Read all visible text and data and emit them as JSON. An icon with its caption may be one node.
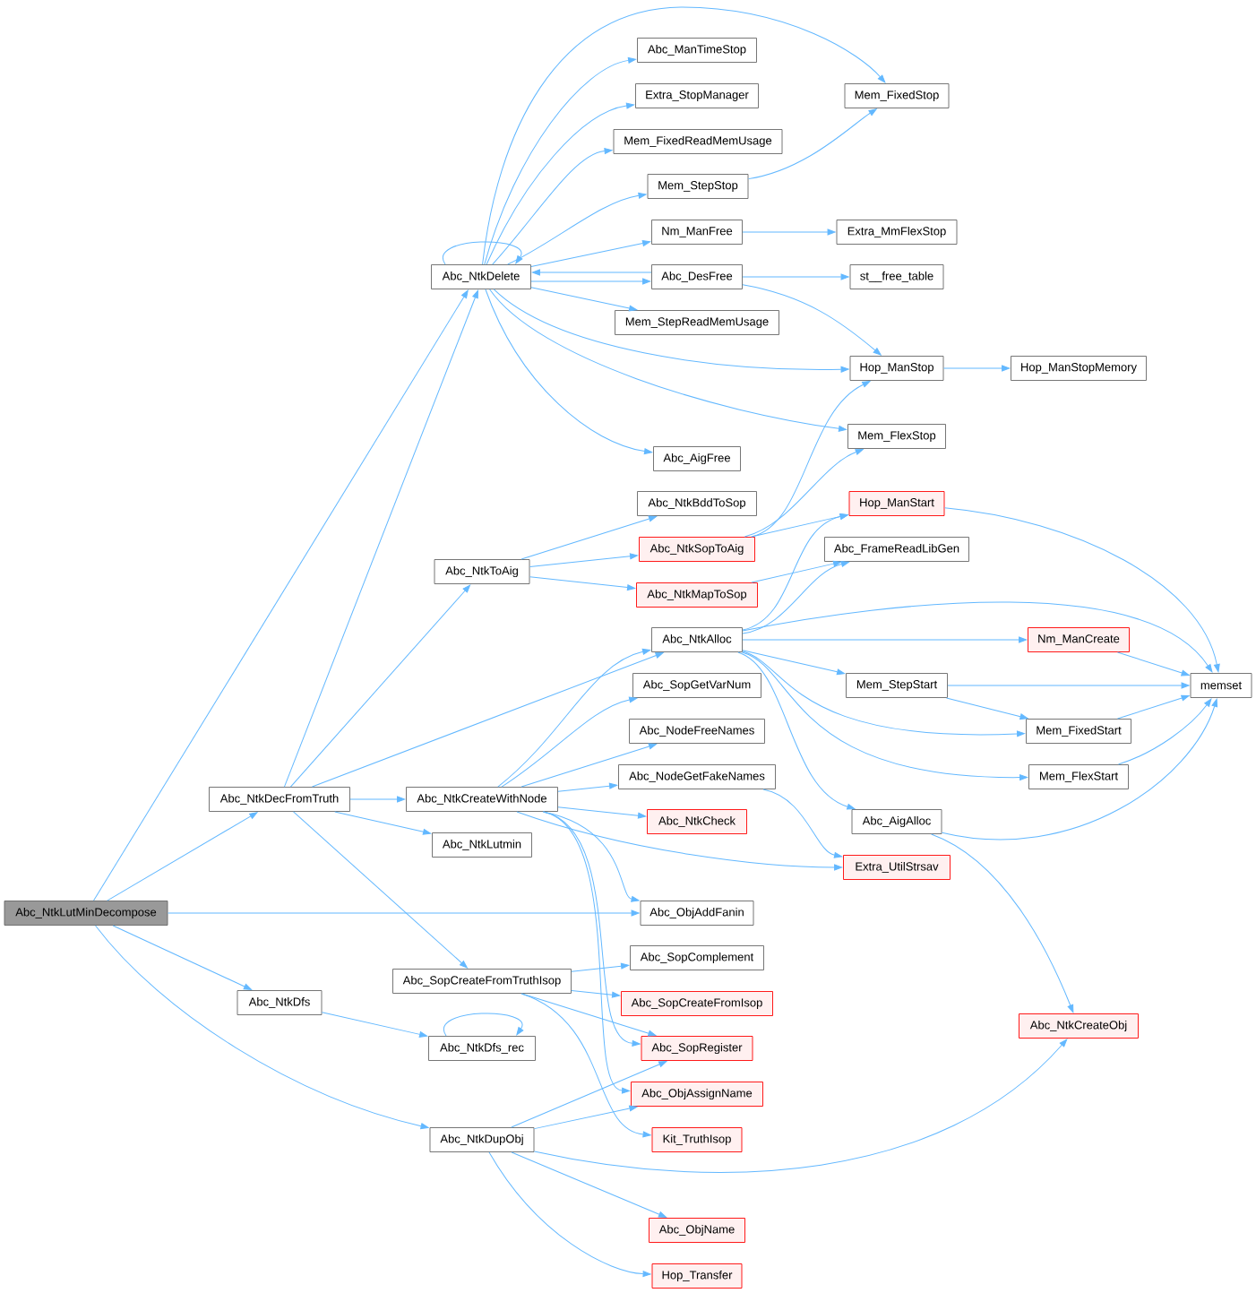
{
  "diagram": {
    "nodes": [
      {
        "text": [
          "Abc_NtkLutMinDecompose"
        ]
      },
      {
        "text": [
          "Abc_NtkDecFromTruth"
        ]
      },
      {
        "text": [
          "Abc_NtkDfs"
        ]
      },
      {
        "text": [
          "Abc_NtkDelete"
        ]
      },
      {
        "text": [
          "Abc_NtkToAig"
        ]
      },
      {
        "text": [
          "Abc_NtkCreateWithNode"
        ]
      },
      {
        "text": [
          "Abc_NtkLutmin"
        ]
      },
      {
        "text": [
          "Abc_SopCreateFromTruthIsop"
        ]
      },
      {
        "text": [
          "Abc_NtkDfs_rec"
        ]
      },
      {
        "text": [
          "Abc_NtkDupObj"
        ]
      },
      {
        "text": [
          "Abc_ManTimeStop"
        ]
      },
      {
        "text": [
          "Extra_StopManager"
        ]
      },
      {
        "text": [
          "Mem_FixedReadMemUsage"
        ]
      },
      {
        "text": [
          "Mem_StepStop"
        ]
      },
      {
        "text": [
          "Nm_ManFree"
        ]
      },
      {
        "text": [
          "Abc_DesFree"
        ]
      },
      {
        "text": [
          "Mem_StepReadMemUsage"
        ]
      },
      {
        "text": [
          "Abc_AigFree"
        ]
      },
      {
        "text": [
          "Abc_NtkBddToSop"
        ]
      },
      {
        "text": [
          "Abc_NtkSopToAig"
        ]
      },
      {
        "text": [
          "Abc_NtkMapToSop"
        ]
      },
      {
        "text": [
          "Abc_NtkAlloc"
        ]
      },
      {
        "text": [
          "Abc_SopGetVarNum"
        ]
      },
      {
        "text": [
          "Abc_NodeFreeNames"
        ]
      },
      {
        "text": [
          "Abc_NodeGetFakeNames"
        ]
      },
      {
        "text": [
          "Abc_NtkCheck"
        ]
      },
      {
        "text": [
          "Abc_ObjAddFanin"
        ]
      },
      {
        "text": [
          "Abc_SopComplement"
        ]
      },
      {
        "text": [
          "Abc_SopCreateFromIsop"
        ]
      },
      {
        "text": [
          "Abc_SopRegister"
        ]
      },
      {
        "text": [
          "Abc_ObjAssignName"
        ]
      },
      {
        "text": [
          "Kit_TruthIsop"
        ]
      },
      {
        "text": [
          "Abc_ObjName"
        ]
      },
      {
        "text": [
          "Hop_Transfer"
        ]
      },
      {
        "text": [
          "Mem_FixedStop"
        ]
      },
      {
        "text": [
          "Extra_MmFlexStop"
        ]
      },
      {
        "text": [
          "st__free_table"
        ]
      },
      {
        "text": [
          "Hop_ManStop"
        ]
      },
      {
        "text": [
          "Mem_FlexStop"
        ]
      },
      {
        "text": [
          "Hop_ManStart"
        ]
      },
      {
        "text": [
          "Abc_FrameReadLibGen"
        ]
      },
      {
        "text": [
          "Mem_StepStart"
        ]
      },
      {
        "text": [
          "Abc_AigAlloc"
        ]
      },
      {
        "text": [
          "Extra_UtilStrsav"
        ]
      },
      {
        "text": [
          "Hop_ManStopMemory"
        ]
      },
      {
        "text": [
          "Nm_ManCreate"
        ]
      },
      {
        "text": [
          "Mem_FixedStart"
        ]
      },
      {
        "text": [
          "Mem_FlexStart"
        ]
      },
      {
        "text": [
          "Abc_NtkCreateObj"
        ]
      },
      {
        "text": [
          "memset"
        ]
      }
    ],
    "edges": [
      {
        "from": 0,
        "to": 3,
        "arrow": "to"
      },
      {
        "from": 0,
        "to": 1,
        "arrow": "to"
      },
      {
        "from": 0,
        "to": 26,
        "arrow": "to"
      },
      {
        "from": 0,
        "to": 2,
        "arrow": "to"
      },
      {
        "from": 0,
        "to": 9,
        "arrow": "to"
      },
      {
        "from": 1,
        "to": 3,
        "arrow": "to"
      },
      {
        "from": 1,
        "to": 4,
        "arrow": "to"
      },
      {
        "from": 1,
        "to": 21,
        "arrow": "to"
      },
      {
        "from": 1,
        "to": 5,
        "arrow": "to"
      },
      {
        "from": 1,
        "to": 6,
        "arrow": "to"
      },
      {
        "from": 1,
        "to": 7,
        "arrow": "to"
      },
      {
        "from": 2,
        "to": 8,
        "arrow": "to"
      },
      {
        "from": 3,
        "to": 3,
        "arrow": "to"
      },
      {
        "from": 3,
        "to": 34,
        "arrow": "to"
      },
      {
        "from": 3,
        "to": 10,
        "arrow": "to"
      },
      {
        "from": 3,
        "to": 11,
        "arrow": "to"
      },
      {
        "from": 3,
        "to": 12,
        "arrow": "to"
      },
      {
        "from": 3,
        "to": 13,
        "arrow": "to"
      },
      {
        "from": 3,
        "to": 14,
        "arrow": "to"
      },
      {
        "from": 3,
        "to": 15,
        "arrow": "to"
      },
      {
        "from": 3,
        "to": 16,
        "arrow": "to"
      },
      {
        "from": 3,
        "to": 37,
        "arrow": "to"
      },
      {
        "from": 3,
        "to": 38,
        "arrow": "to"
      },
      {
        "from": 3,
        "to": 17,
        "arrow": "to"
      },
      {
        "from": 4,
        "to": 18,
        "arrow": "to"
      },
      {
        "from": 4,
        "to": 19,
        "arrow": "to"
      },
      {
        "from": 4,
        "to": 20,
        "arrow": "to"
      },
      {
        "from": 5,
        "to": 21,
        "arrow": "to"
      },
      {
        "from": 5,
        "to": 22,
        "arrow": "to"
      },
      {
        "from": 5,
        "to": 23,
        "arrow": "to"
      },
      {
        "from": 5,
        "to": 24,
        "arrow": "to"
      },
      {
        "from": 5,
        "to": 25,
        "arrow": "to"
      },
      {
        "from": 5,
        "to": 43,
        "arrow": "to"
      },
      {
        "from": 5,
        "to": 26,
        "arrow": "to"
      },
      {
        "from": 5,
        "to": 29,
        "arrow": "to"
      },
      {
        "from": 5,
        "to": 30,
        "arrow": "to"
      },
      {
        "from": 7,
        "to": 27,
        "arrow": "to"
      },
      {
        "from": 7,
        "to": 28,
        "arrow": "to"
      },
      {
        "from": 7,
        "to": 29,
        "arrow": "to"
      },
      {
        "from": 7,
        "to": 31,
        "arrow": "to"
      },
      {
        "from": 8,
        "to": 8,
        "arrow": "to"
      },
      {
        "from": 9,
        "to": 29,
        "arrow": "to"
      },
      {
        "from": 9,
        "to": 30,
        "arrow": "to"
      },
      {
        "from": 9,
        "to": 48,
        "arrow": "to"
      },
      {
        "from": 9,
        "to": 32,
        "arrow": "to"
      },
      {
        "from": 9,
        "to": 33,
        "arrow": "to"
      },
      {
        "from": 13,
        "to": 34,
        "arrow": "to"
      },
      {
        "from": 14,
        "to": 35,
        "arrow": "to"
      },
      {
        "from": 15,
        "to": 3,
        "arrow": "to"
      },
      {
        "from": 15,
        "to": 36,
        "arrow": "to"
      },
      {
        "from": 15,
        "to": 37,
        "arrow": "to"
      },
      {
        "from": 19,
        "to": 37,
        "arrow": "to"
      },
      {
        "from": 19,
        "to": 38,
        "arrow": "to"
      },
      {
        "from": 19,
        "to": 39,
        "arrow": "to"
      },
      {
        "from": 20,
        "to": 40,
        "arrow": "to"
      },
      {
        "from": 21,
        "to": 39,
        "arrow": "to"
      },
      {
        "from": 21,
        "to": 40,
        "arrow": "to"
      },
      {
        "from": 21,
        "to": 49,
        "arrow": "to"
      },
      {
        "from": 21,
        "to": 45,
        "arrow": "to"
      },
      {
        "from": 21,
        "to": 41,
        "arrow": "to"
      },
      {
        "from": 21,
        "to": 46,
        "arrow": "to"
      },
      {
        "from": 21,
        "to": 47,
        "arrow": "to"
      },
      {
        "from": 21,
        "to": 42,
        "arrow": "to"
      },
      {
        "from": 24,
        "to": 43,
        "arrow": "to"
      },
      {
        "from": 37,
        "to": 44,
        "arrow": "to"
      },
      {
        "from": 39,
        "to": 49,
        "arrow": "to"
      },
      {
        "from": 41,
        "to": 49,
        "arrow": "to"
      },
      {
        "from": 41,
        "to": 46,
        "arrow": "to"
      },
      {
        "from": 42,
        "to": 49,
        "arrow": "to"
      },
      {
        "from": 42,
        "to": 48,
        "arrow": "to"
      },
      {
        "from": 45,
        "to": 49,
        "arrow": "to"
      },
      {
        "from": 46,
        "to": 49,
        "arrow": "to"
      },
      {
        "from": 47,
        "to": 49,
        "arrow": "to"
      }
    ]
  }
}
